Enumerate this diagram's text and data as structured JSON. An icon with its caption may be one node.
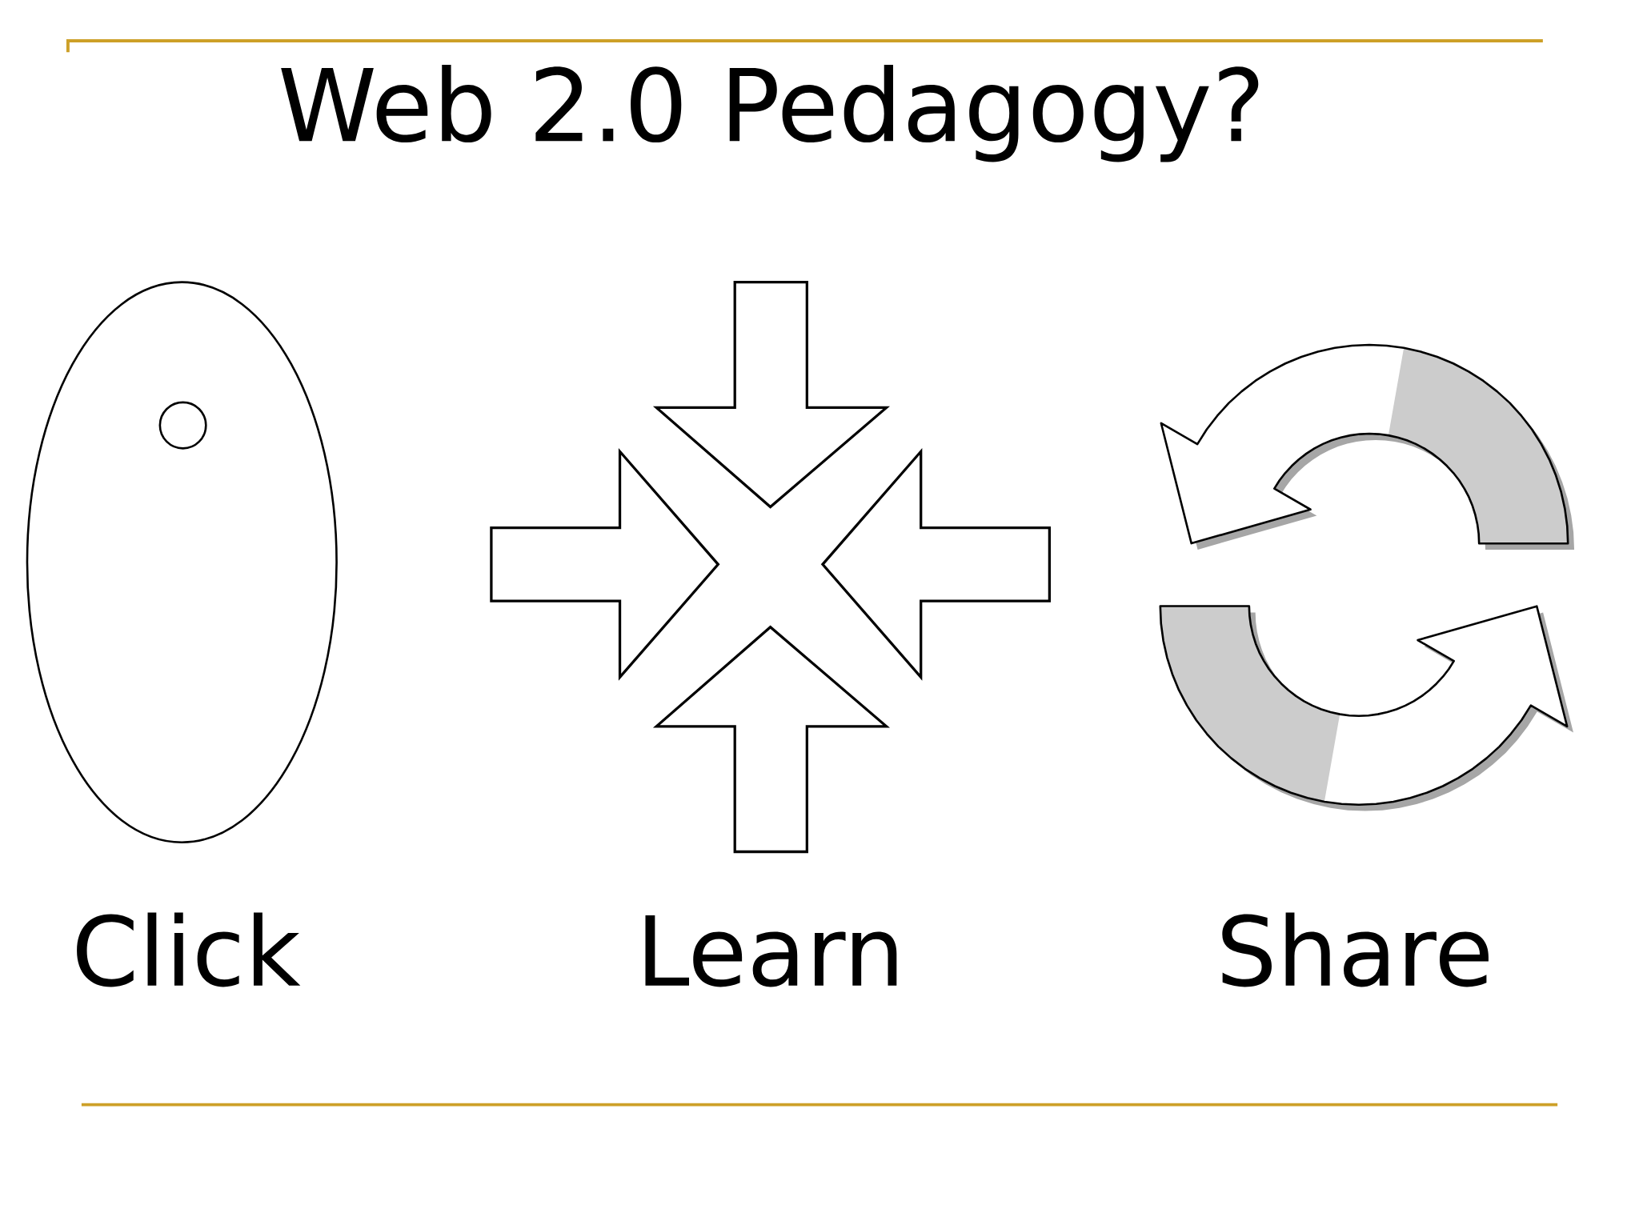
{
  "diagram": {
    "title": "Web 2.0 Pedagogy?",
    "labels": [
      "Click",
      "Learn",
      "Share"
    ]
  }
}
